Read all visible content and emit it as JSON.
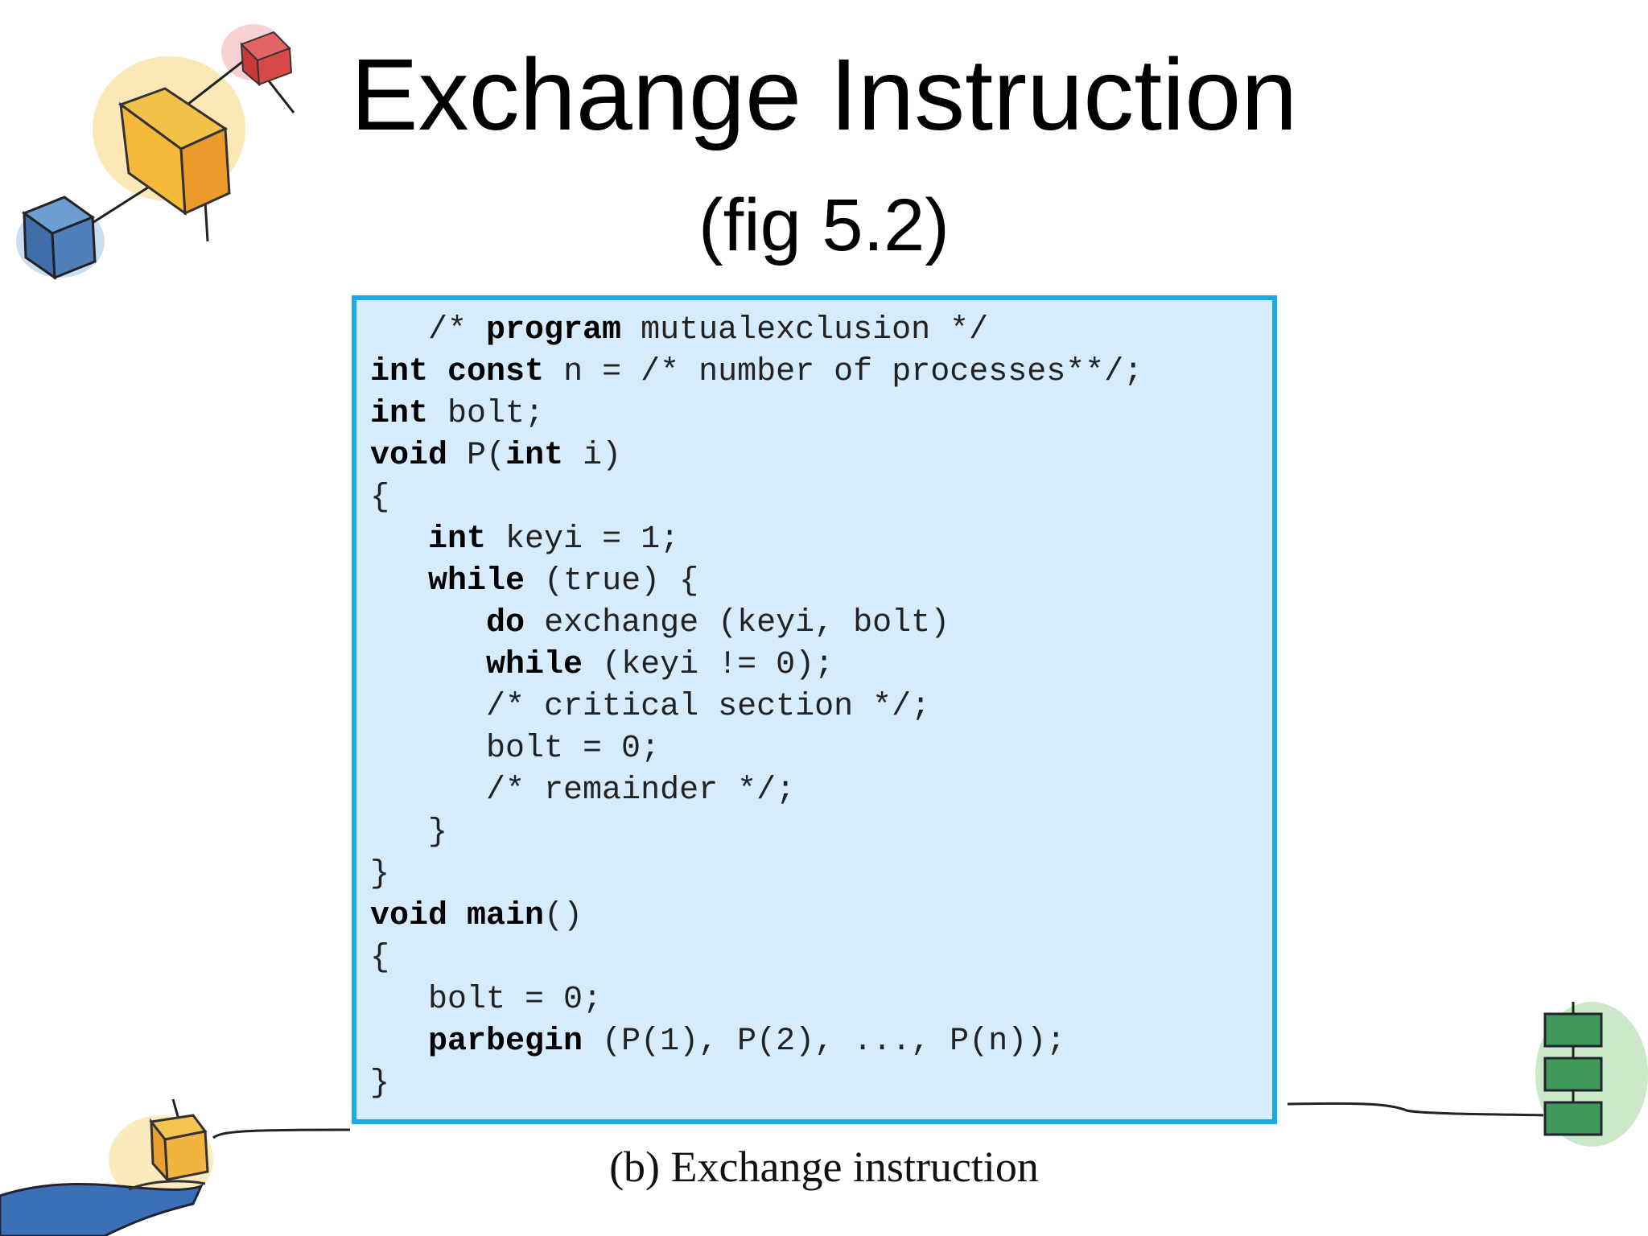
{
  "slide": {
    "title": "Exchange Instruction",
    "subtitle": "(fig 5.2)",
    "caption": "(b) Exchange instruction"
  },
  "code": {
    "lines": [
      "   /* program mutualexclusion */",
      "int const n = /* number of processes**/;",
      "int bolt;",
      "void P(int i)",
      "{",
      "   int keyi = 1;",
      "   while (true) {",
      "      do exchange (keyi, bolt)",
      "      while (keyi != 0);",
      "      /* critical section */;",
      "      bolt = 0;",
      "      /* remainder */;",
      "   }",
      "}",
      "void main()",
      "{",
      "   bolt = 0;",
      "   parbegin (P(1), P(2), ..., P(n));",
      "}"
    ],
    "keywords": [
      "program",
      "int",
      "const",
      "void",
      "while",
      "do",
      "main",
      "parbegin"
    ]
  },
  "colors": {
    "code_border": "#1aabe6",
    "code_background": "#d6ebfb"
  },
  "decorations": [
    "cube-network-clipart",
    "hand-holding-cube-clipart",
    "stacked-boxes-clipart"
  ]
}
